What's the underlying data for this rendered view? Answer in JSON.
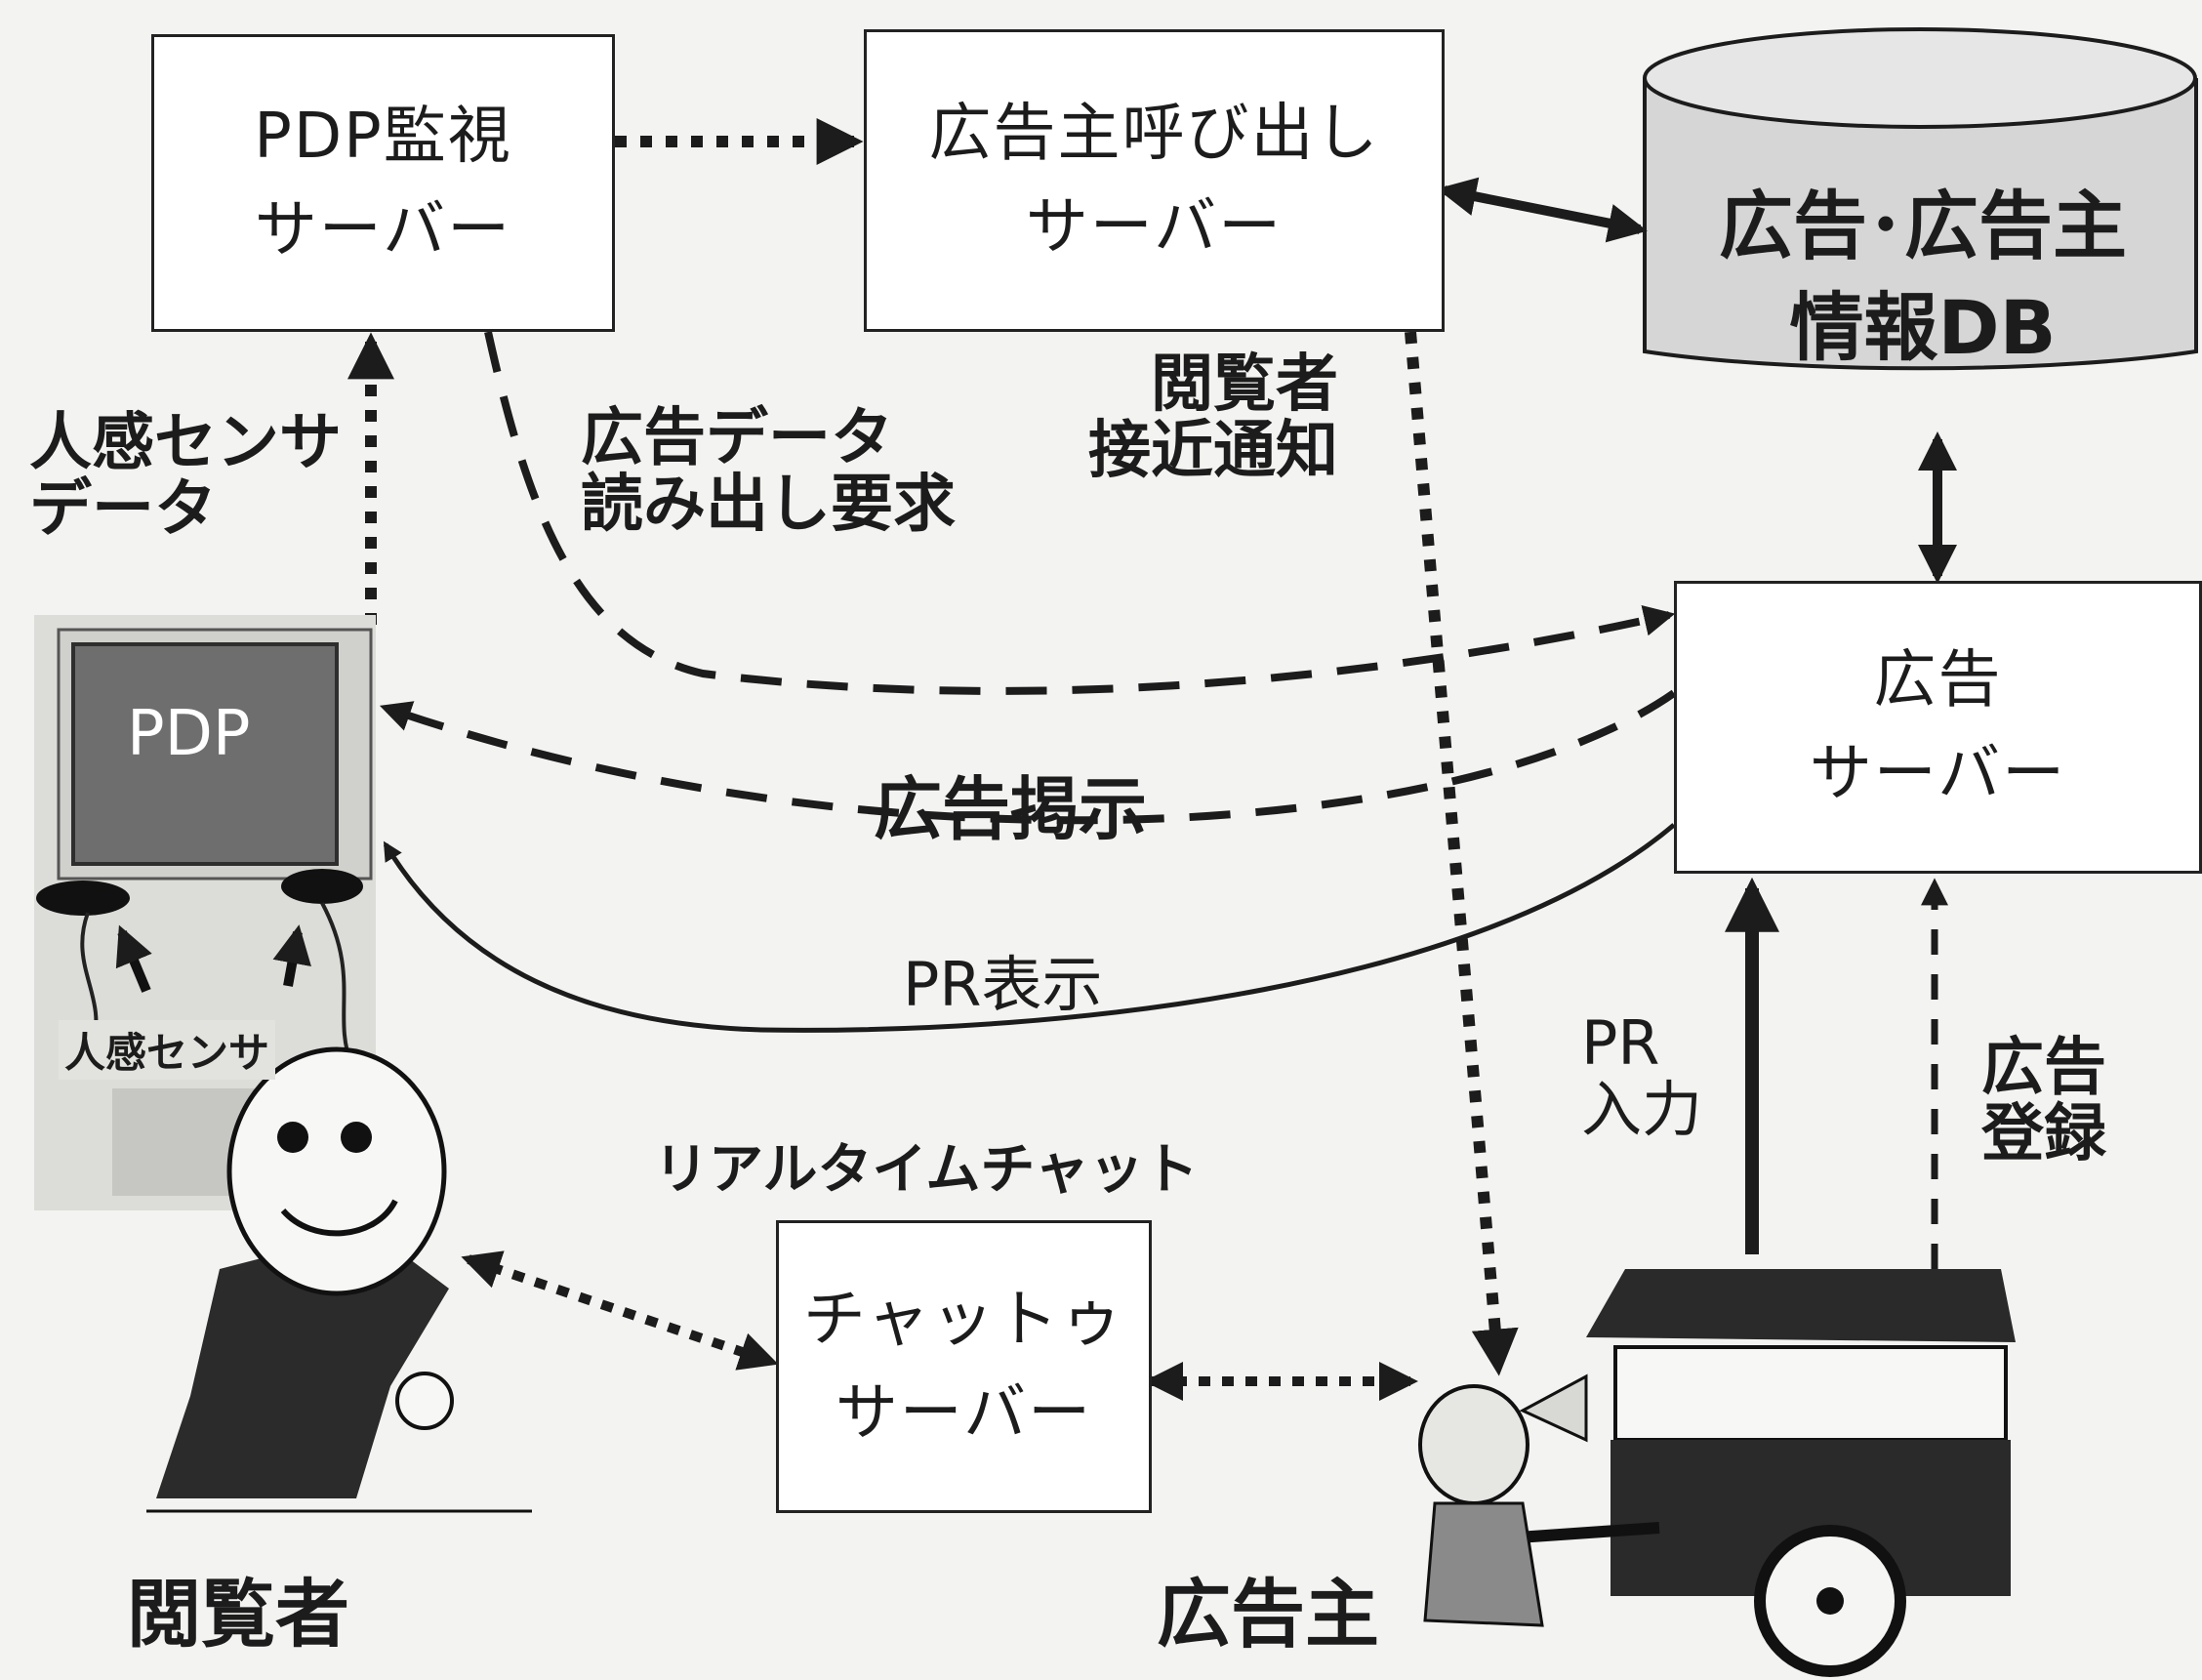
{
  "nodes": {
    "pdp_monitor": {
      "line1": "PDP監視",
      "line2": "サーバー"
    },
    "advertiser_call": {
      "line1": "広告主呼び出し",
      "line2": "サーバー"
    },
    "database": {
      "line1": "広告･広告主",
      "line2": "情報DB"
    },
    "ad_server": {
      "line1": "広告",
      "line2": "サーバー"
    },
    "chat_server": {
      "line1": "チャットゥ",
      "line2": "サーバー"
    }
  },
  "labels": {
    "sensor_data_1": "人感センサ",
    "sensor_data_2": "データ",
    "ad_data_request_1": "広告データ",
    "ad_data_request_2": "読み出し要求",
    "viewer_approach_1": "閲覧者",
    "viewer_approach_2": "接近通知",
    "ad_display": "広告掲示",
    "pr_display": "PR表示",
    "pr_input_1": "PR",
    "pr_input_2": "入力",
    "ad_register_1": "広告",
    "ad_register_2": "登録",
    "realtime_chat": "リアルタイムチャット",
    "viewer": "閲覧者",
    "advertiser": "広告主",
    "pdp_screen": "PDP",
    "sensor_tag": "人感センサ"
  },
  "colors": {
    "line": "#1c1c1c",
    "box_fill": "#ffffff",
    "db_fill": "#d6d6d6",
    "pdp_screen": "#6e6e6e"
  }
}
